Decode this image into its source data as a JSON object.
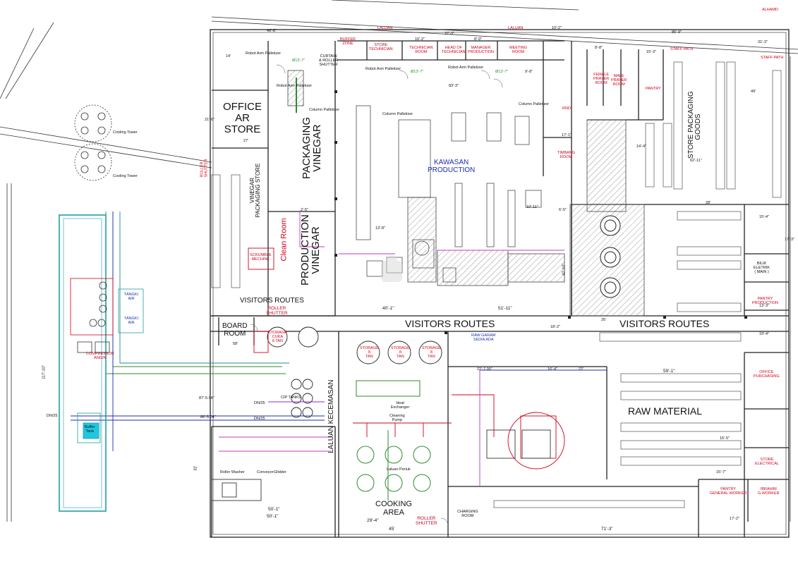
{
  "labels": {
    "office_ar_store": "OFFICE\nAR\nSTORE",
    "packaging_vinegar": "PACKAGING\nVINEGAR",
    "production_vinegar": "PRODUCTION\nVINEGAR",
    "vinegar_packaging_store": "VINEGAR\nPACKAGING STORE",
    "clean_room": "Clean Room",
    "scrumble_mechine": "SCRUMBLE\nMECHINE",
    "kawasan_production": "KAWASAN\nPRODUCTION",
    "store_packaging_goods": "STORE PACKAGING\nGOODS",
    "visitors_routes_small": "VISITORS ROUTES",
    "visitors_routes_center": "VISITORS ROUTES",
    "visitors_routes_right": "VISITORS ROUTES",
    "board_room": "BOARD\nROOM",
    "raw_material": "RAW MATERIAL",
    "laluan_kecemasan": "LALUAN KECEMASAN",
    "cooking_area": "COOKING\nAREA",
    "roller_shutter_1": "ROLLER\nSHUTTER",
    "roller_shutter_2": "ROLLER\nSHUTTER",
    "storage_cuka": "STORAGE\nCUKA\n8 TAN",
    "storage_tan_1": "STORAGE\n8\nTAN",
    "storage_tan_2": "STORAGE\n8\nTAN",
    "storage_tan_3": "STORAGE\n8\nTAN",
    "raw_garam": "RAW GARAM\nSEDIA ADA",
    "store_technician": "STORE\nTECHNICIAN",
    "technician_room": "TECHNICIAN\nROOM",
    "head_of_technician": "HEAD OF\nTECHNICIAN",
    "manager_production": "MANAGER\nPRODUCTION",
    "meeting_room": "MEETING\nROOM",
    "buffer_zone": "BUFFER\nZONE",
    "laluan_1": "LALUAN",
    "laluan_2": "LALUAN",
    "staff_path_1": "STAFF PATH",
    "staff_path_2": "STAFF PATH",
    "pantry": "PANTRY",
    "rnd": "RND",
    "timbang_room": "TIMBANG\nROOM",
    "female_prayer": "FEMALE\nPRAYER\nROOM",
    "male_prayer": "MALE\nPRAYER\nROOM",
    "bilik_elektrik": "BILIK\nELETRIK\n( MAIN )",
    "pantry_production": "PANTRY\nPRODUCTION",
    "office_purchasing": "OFFICE\nPURCHASING",
    "store_electrical": "STORE\nELECTRICAL",
    "pantry_general_worker": "PANTRY\nGENERAL WORKER",
    "ibrahim_worker": "IBRAHIM\nG.WORKER",
    "tangki_air_1": "TANGKI\nAIR",
    "tangki_air_2": "TANGKI\nAIR",
    "compressor": "COMPRESSOR\nANGIN",
    "buffer_tank": "Buffer\nTank",
    "cooling_tower_1": "Cooling Tower",
    "cooling_tower_2": "Cooling Tower",
    "robot_1": "Robot Arm Palletizer",
    "robot_2": "Robot Arm Palletizer",
    "robot_3": "Robot Arm Palletizer",
    "robot_4": "Robot Arm Palletizer",
    "column_1": "Column Palletizer",
    "column_2": "Column Palletizer",
    "column_3": "Column Palletizer",
    "curtain_roller": "CURTAIN\n& ROLLER\nSHUTTER",
    "roller_shutter_side": "ROLLER\nSHUTTER",
    "charging_room": "CHARGING\nROOM",
    "heat_exchanger": "Heat\nExchanger",
    "cleaning_pump": "Cleaning\nPump",
    "laluan_periuk": "Laluan Periuk",
    "alhamd": "ALHAMD",
    "dn25_1": "DN/25",
    "dn25_2": "DN/25",
    "dn25_3": "DN/25",
    "cip_tanks": "CIP TANKS",
    "roller_washer": "Roller Washer",
    "conveyor": "Conveyor",
    "glidder": "Glidder",
    "dia_1": "Ø13'-7\"",
    "dia_2": "Ø13'-7\"",
    "dia_3": "Ø13'-7\""
  },
  "dimensions": {
    "d_49_8": "49'-8\"",
    "d_37_3": "37'-3\"",
    "d_10_2": "10'-2\"",
    "d_85_9": "85'-9\"",
    "d_31_3": "31'-3\"",
    "d_49": "49'",
    "d_16_2": "16'-2\"",
    "d_15_3": "15'-3\"",
    "d_17_1": "17'-1\"",
    "d_14": "14'",
    "d_8_8": "8'-8\"",
    "d_27": "27'",
    "d_21_6": "21'-6\"",
    "d_40_1": "40'-1\"",
    "d_51_11": "51'-11\"",
    "d_45": "45'",
    "d_71_3": "71'-3\"",
    "d_29_4": "29'-4\"",
    "d_50_1": "50'-1\"",
    "d_50_1b": "50'-1\"",
    "d_59_1": "59'-1\"",
    "d_16_5": "16'-5\"",
    "d_15_7": "15'-7\"",
    "d_17_2": "17'-2\"",
    "d_58": "58'",
    "d_87_5": "87'-5.04\"",
    "d_86_5": "86'-5.04\"",
    "d_117_10": "117'-10\"",
    "d_25": "25'",
    "d_28": "28'",
    "d_13_3": "13'-3\"",
    "d_15_4": "15'-4\"",
    "d_32": "32'",
    "d_10_11": "10'-11\"",
    "d_42_10": "42'-10\"",
    "d_18_2": "18'-2\"",
    "d_22_7": "22'-7.00\"",
    "d_16_4": "16'-4\"",
    "d_22": "22'",
    "d_19_4": "19'-4\"",
    "d_8_9": "8'-9\"",
    "d_9_8": "9'-8\"",
    "d_83_3": "83'-3\"",
    "d_6_5": "6'-5\"",
    "d_17_3": "17'-3\"",
    "d_14_4": "14'-4\"",
    "d_62_11": "62'-11\"",
    "d_13_8": "13'-8\"",
    "d_2_5": "2'-5\""
  }
}
